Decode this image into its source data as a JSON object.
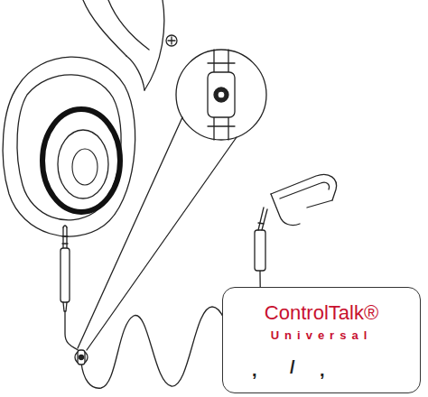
{
  "diagram": {
    "nodes": [
      {
        "text": [
          "ControlTalk®",
          "Universal"
        ]
      }
    ],
    "labels": [
      ",",
      "/",
      ","
    ]
  }
}
